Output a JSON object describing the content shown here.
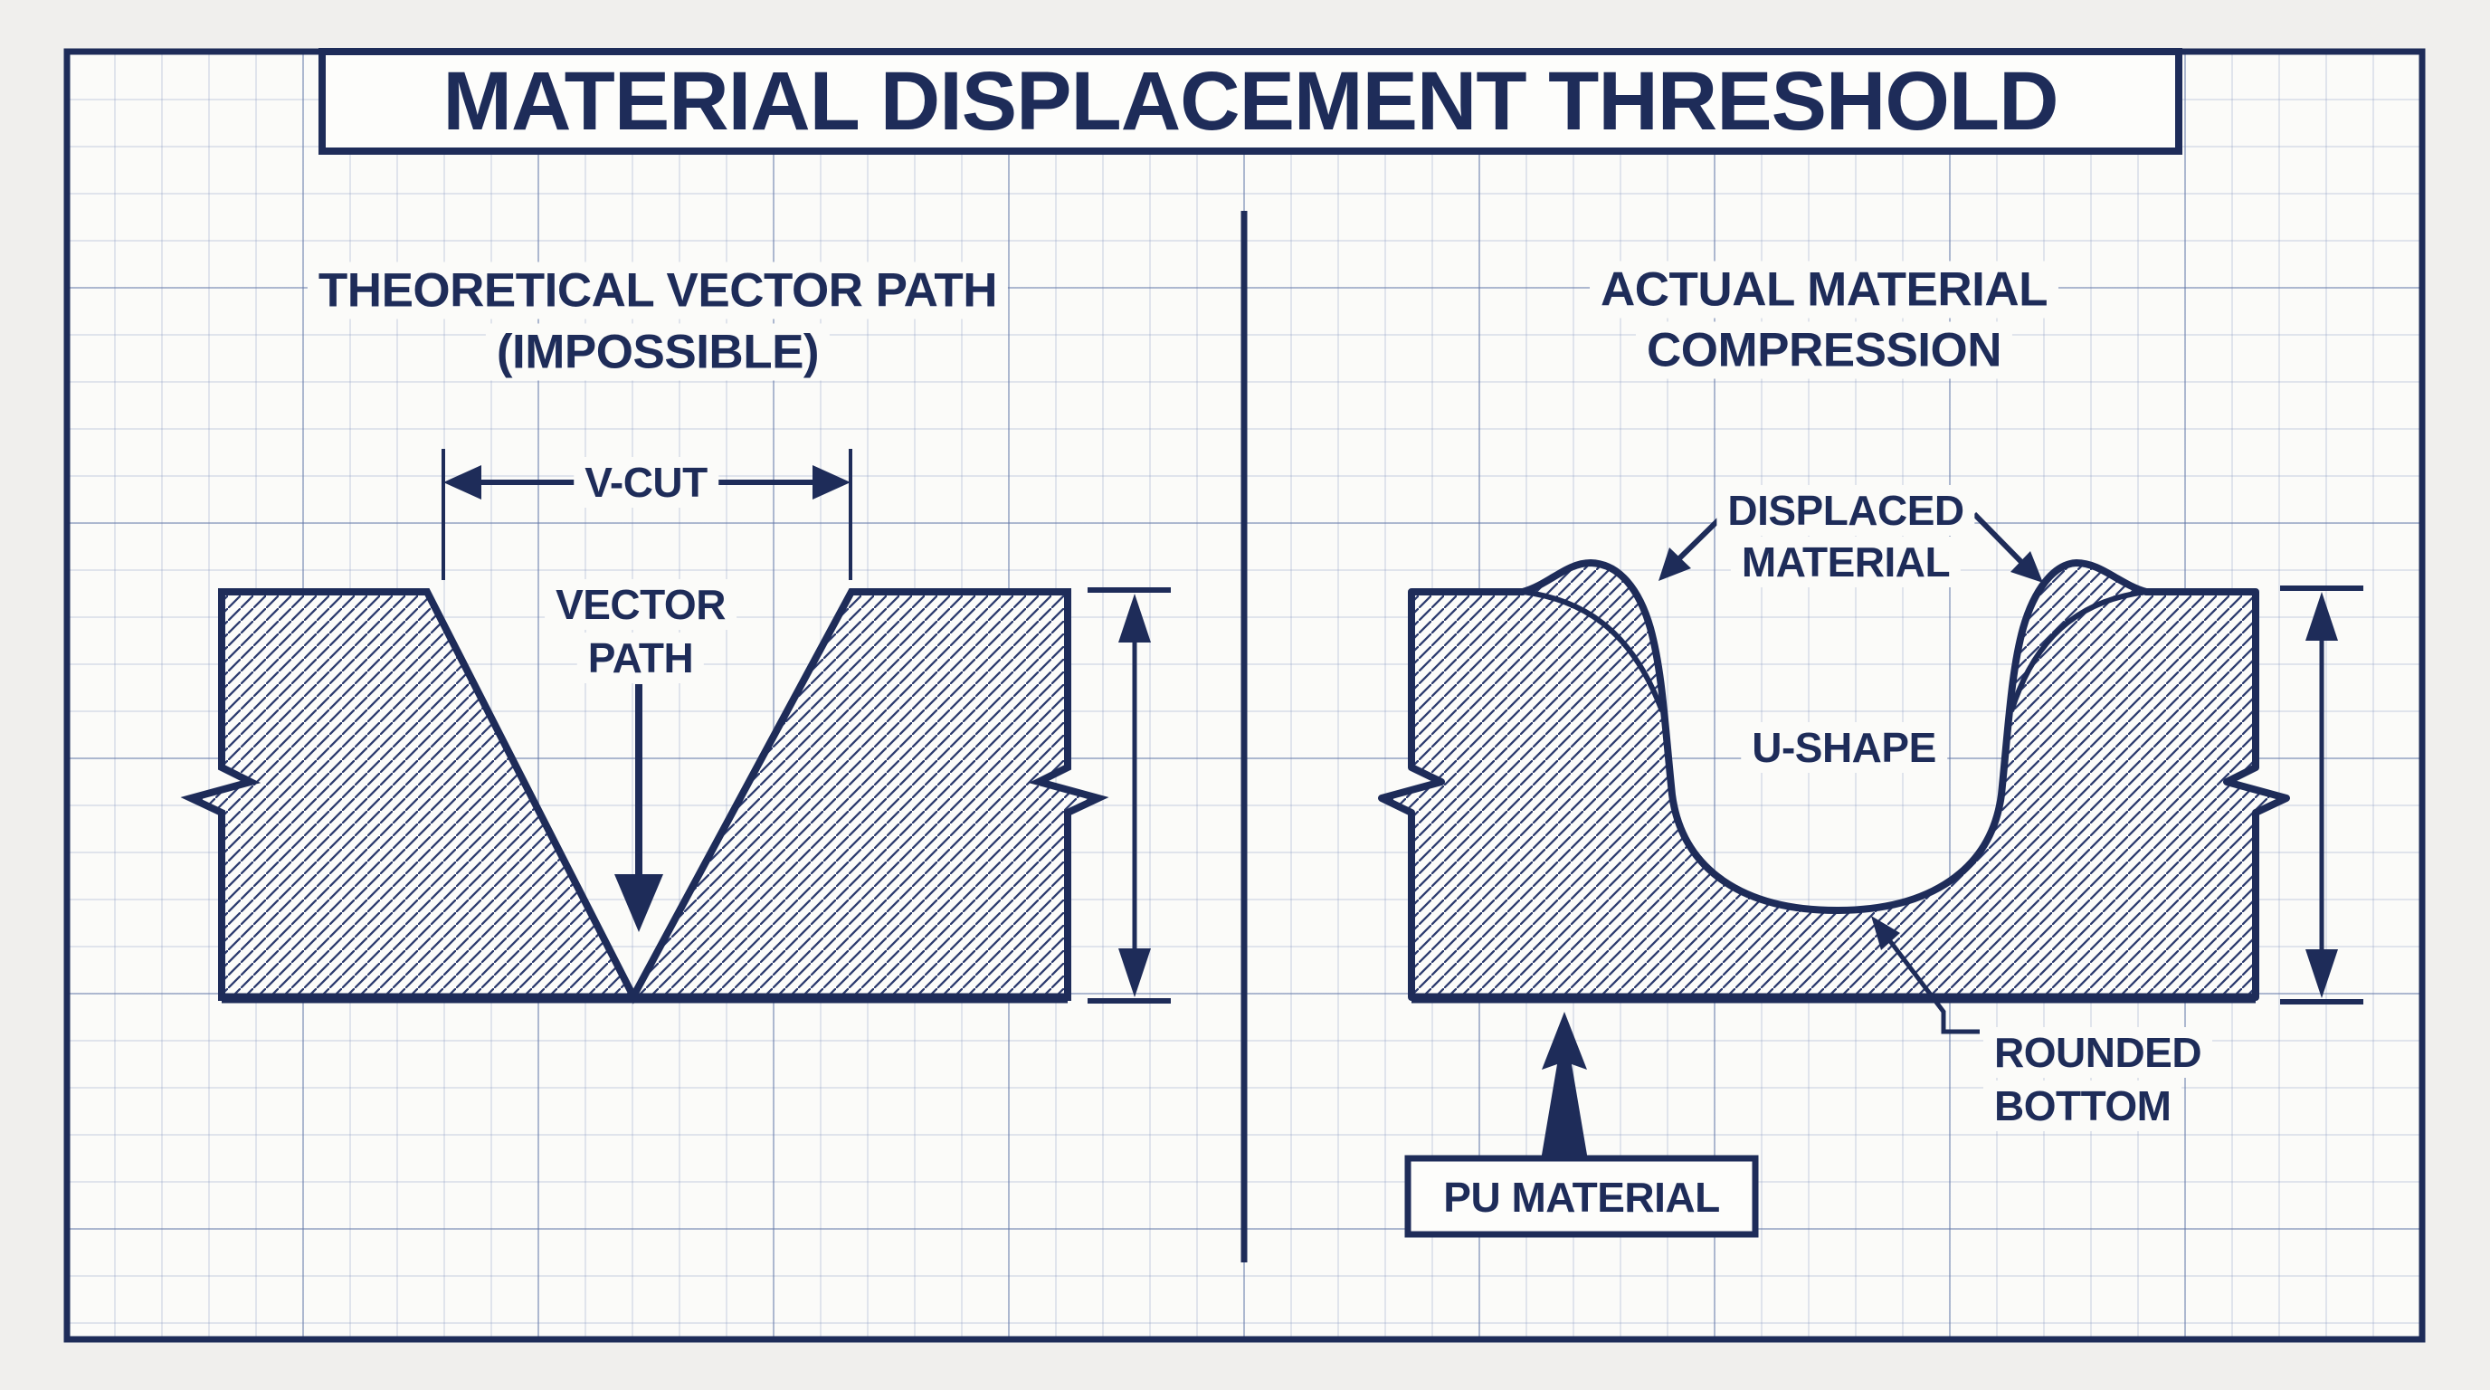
{
  "title": "MATERIAL DISPLACEMENT THRESHOLD",
  "colors": {
    "ink": "#1e2c59",
    "paper": "#fbfbf9",
    "page_background": "#f0efed",
    "grid_minor": "#aebad4",
    "grid_major": "#8ba0c4",
    "hatch_line": "#2c3b6e"
  },
  "left_panel": {
    "heading_line1": "THEORETICAL VECTOR PATH",
    "heading_line2": "(IMPOSSIBLE)",
    "dimension_label": "V-CUT",
    "path_label_line1": "VECTOR",
    "path_label_line2": "PATH"
  },
  "right_panel": {
    "heading_line1": "ACTUAL MATERIAL",
    "heading_line2": "COMPRESSION",
    "displaced_label_line1": "DISPLACED",
    "displaced_label_line2": "MATERIAL",
    "shape_label": "U-SHAPE",
    "rounded_label_line1": "ROUNDED",
    "rounded_label_line2": "BOTTOM",
    "material_label": "PU MATERIAL"
  }
}
